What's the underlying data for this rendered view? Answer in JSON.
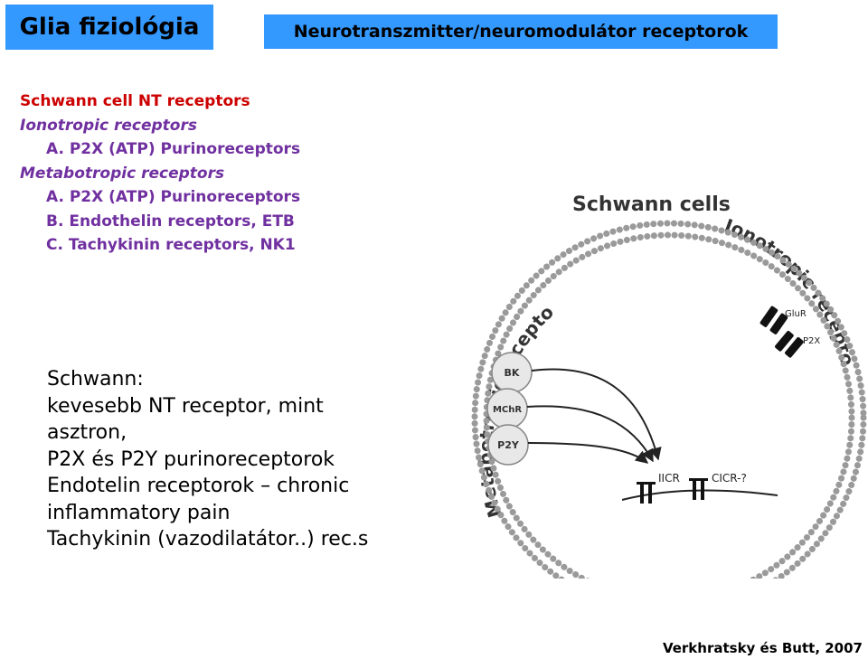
{
  "header": {
    "title": "Glia fiziológia",
    "subtitle": "Neurotranszmitter/neuromodulátor receptorok"
  },
  "outline": {
    "heading": "Schwann cell NT receptors",
    "ionotropic_label": "Ionotropic receptors",
    "ionotropic_items": [
      "A. P2X (ATP) Purinoreceptors"
    ],
    "metabotropic_label": "Metabotropic receptors",
    "metabotropic_items": [
      "A. P2X (ATP) Purinoreceptors",
      "B. Endothelin receptors, ETB",
      "C. Tachykinin receptors, NK1"
    ]
  },
  "notes": {
    "lines": [
      "Schwann:",
      "kevesebb NT receptor, mint",
      "asztron,",
      "P2X és P2Y purinoreceptorok",
      "Endotelin receptorok – chronic",
      "inflammatory pain",
      "Tachykinin (vazodilatátor..) rec.s"
    ]
  },
  "diagram": {
    "cell_label": "Schwann cells",
    "ionotropic_arc_label": "Ionotropic receptors",
    "metabotropic_arc_label": "Metabotropic receptors",
    "ionotropic_receptors": [
      "GluR",
      "P2X"
    ],
    "metabotropic_receptors": [
      "BK",
      "MChR",
      "P2Y"
    ],
    "store_labels": [
      "IICR",
      "CICR-?"
    ]
  },
  "citation": "Verkhratsky és Butt, 2007"
}
